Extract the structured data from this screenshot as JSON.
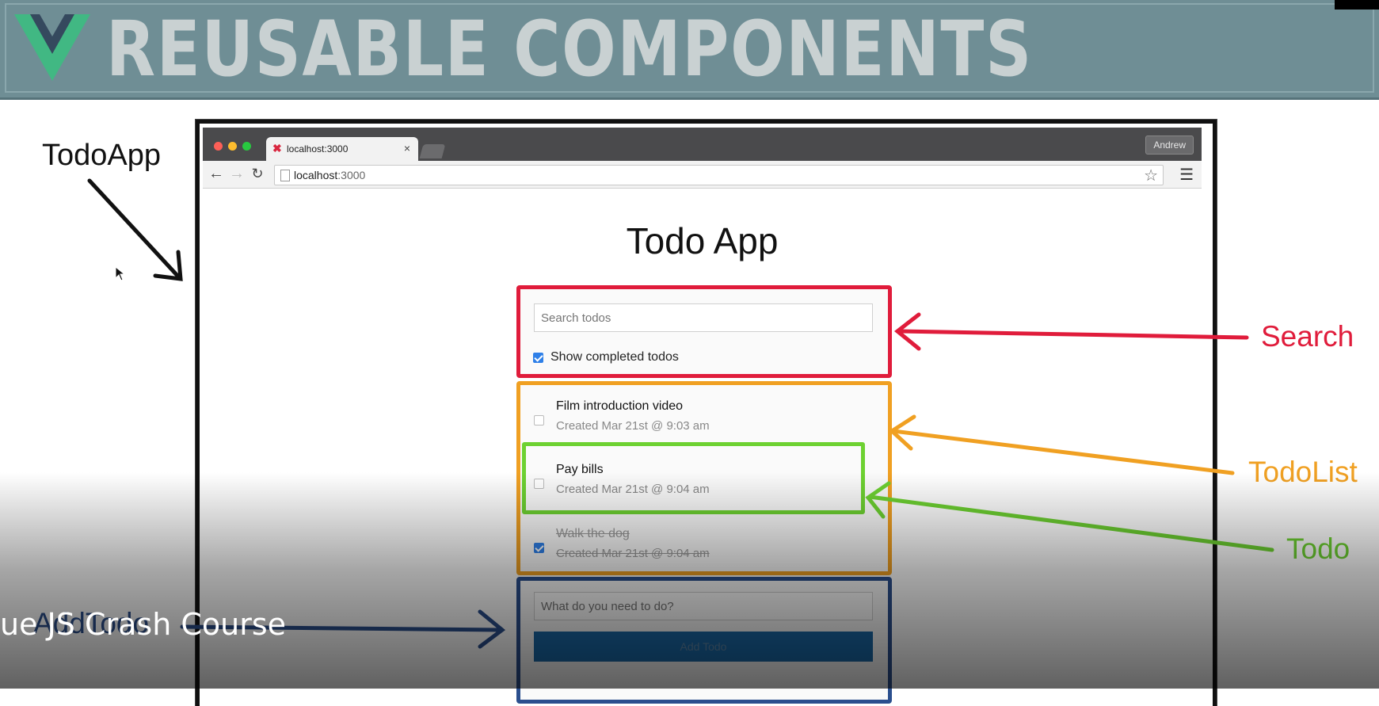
{
  "banner": {
    "title": "REUSABLE COMPONENTS"
  },
  "annotations": {
    "todoapp": "TodoApp",
    "search": "Search",
    "todolist": "TodoList",
    "todo": "Todo",
    "addtodo": "AddTodo"
  },
  "browser": {
    "tab_title": "localhost:3000",
    "tab_close": "×",
    "user_name": "Andrew",
    "url_host": "localhost",
    "url_port": ":3000"
  },
  "app": {
    "title": "Todo App",
    "search_placeholder": "Search todos",
    "show_completed_label": "Show completed todos",
    "show_completed_checked": true,
    "todos": [
      {
        "text": "Film introduction video",
        "created": "Created Mar 21st @ 9:03 am",
        "completed": false
      },
      {
        "text": "Pay bills",
        "created": "Created Mar 21st @ 9:04 am",
        "completed": false
      },
      {
        "text": "Walk the dog",
        "created": "Created Mar 21st @ 9:04 am",
        "completed": true
      }
    ],
    "add_placeholder": "What do you need to do?",
    "add_button_label": "Add Todo"
  },
  "caption": "ue JS Crash Course",
  "colors": {
    "banner": "#6f8e95",
    "search": "#e01c3b",
    "todolist": "#f0a022",
    "todo": "#6dd131",
    "addtodo": "#2b4f8e"
  },
  "icons": [
    "vue-logo",
    "close-icon",
    "back-icon",
    "forward-icon",
    "reload-icon",
    "page-icon",
    "star-icon",
    "menu-icon",
    "cursor-icon"
  ]
}
